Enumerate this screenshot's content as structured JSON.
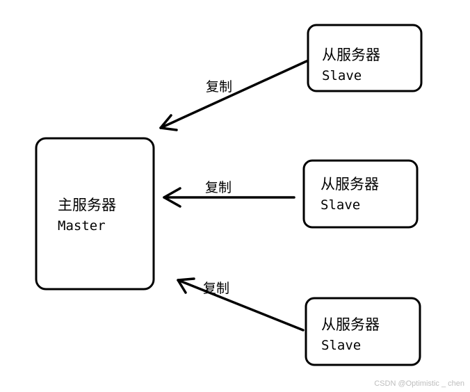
{
  "diagram": {
    "stroke_color": "#000000",
    "background": "#ffffff",
    "master": {
      "title": "主服务器",
      "subtitle": "Master"
    },
    "slaves": [
      {
        "title": "从服务器",
        "subtitle": "Slave"
      },
      {
        "title": "从服务器",
        "subtitle": "Slave"
      },
      {
        "title": "从服务器",
        "subtitle": "Slave"
      }
    ],
    "edges": [
      {
        "label": "复制",
        "from": "slave-1",
        "to": "master"
      },
      {
        "label": "复制",
        "from": "slave-2",
        "to": "master"
      },
      {
        "label": "复制",
        "from": "slave-3",
        "to": "master"
      }
    ]
  },
  "watermark": {
    "text": "CSDN @Optimistic _ chen",
    "color": "#bdbdbd"
  }
}
